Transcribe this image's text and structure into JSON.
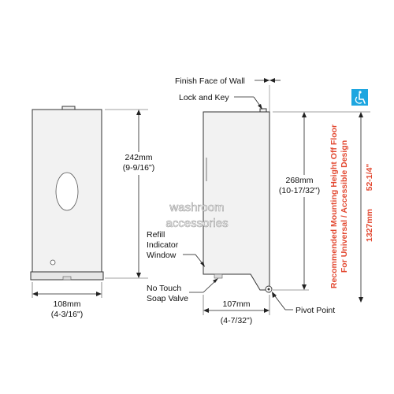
{
  "front_view": {
    "height_label": "242mm",
    "height_label_in": "(9-9/16\")",
    "width_label": "108mm",
    "width_label_in": "(4-3/16\")"
  },
  "side_view": {
    "finish_face_label": "Finish Face of Wall",
    "lock_key_label": "Lock and Key",
    "height_label": "268mm",
    "height_label_in": "(10-17/32\")",
    "refill_label_line1": "Refill",
    "refill_label_line2": "Indicator",
    "refill_label_line3": "Window",
    "valve_label_line1": "No Touch",
    "valve_label_line2": "Soap Valve",
    "depth_label": "107mm",
    "depth_label_in": "(4-7/32\")",
    "pivot_label": "Pivot Point"
  },
  "mounting": {
    "line1": "Recommended Mounting Height Off Floor",
    "line2": "For Universal / Accessible Design",
    "height_mm": "1327mm",
    "height_in": "52-1/4\""
  },
  "watermark": {
    "line1": "washroom",
    "line2": "accessories"
  },
  "colors": {
    "accent_red": "#e2472f",
    "accessibility_blue": "#1ea6e0",
    "body_fill": "#f2f2f2"
  },
  "icons": {
    "accessibility": "wheelchair-icon"
  }
}
